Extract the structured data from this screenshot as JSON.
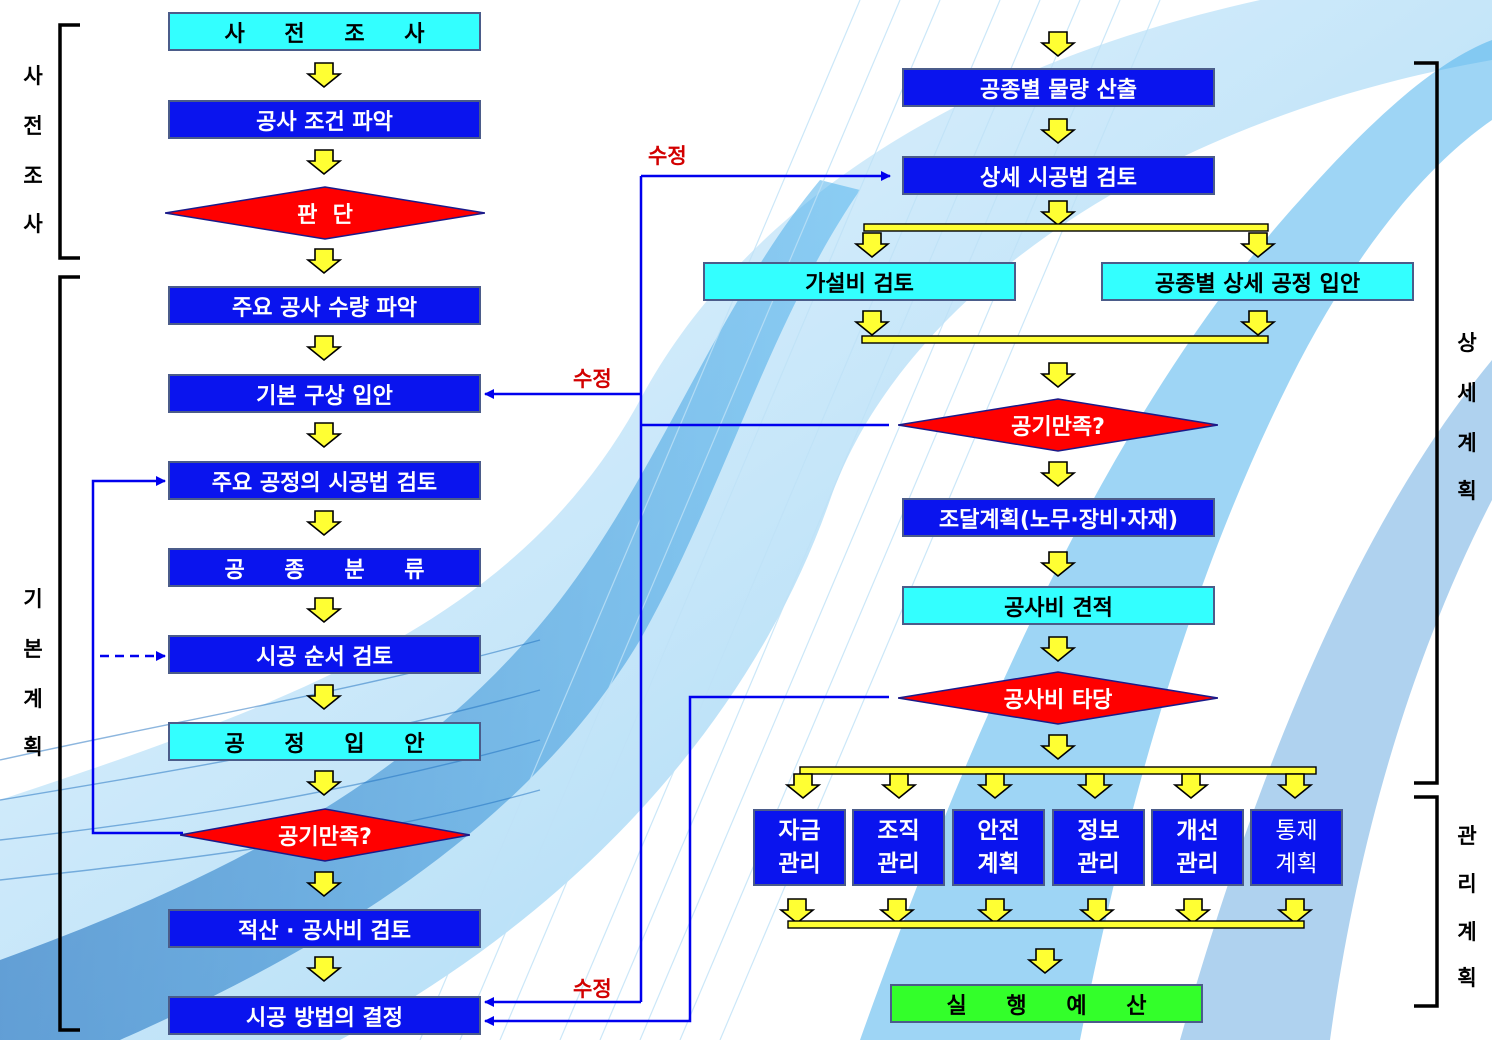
{
  "colors": {
    "process_box": "#0a14ee",
    "highlight_box": "#33ffff",
    "final_box": "#33ff2a",
    "decision": "#ff0000",
    "connector_arrow": "#ffff33",
    "feedback_line": "#0000ee",
    "edit_label": "#d20000"
  },
  "left_flow": {
    "survey": "사 전 조 사",
    "site_conditions": "공사 조건 파악",
    "judgment": "판  단",
    "main_quantity": "주요 공사 수량 파악",
    "basic_concept": "기본 구상 입안",
    "main_method_review": "주요 공정의 시공법 검토",
    "work_classification": "공 종 분 류",
    "sequence_review": "시공 순서 검토",
    "schedule_plan": "공 정 입 안",
    "schedule_ok": "공기만족?",
    "cost_review": "적산 · 공사비 검토",
    "method_decision": "시공 방법의 결정"
  },
  "right_flow": {
    "quantity_takeoff": "공종별 물량 산출",
    "detail_method_review": "상세 시공법 검토",
    "temporary_cost_review": "가설비 검토",
    "detail_schedule_plan": "공종별 상세 공정 입안",
    "schedule_ok": "공기만족?",
    "procurement_plan": "조달계획(노무·장비·자재)",
    "cost_estimate": "공사비 견적",
    "cost_valid": "공사비 타당",
    "management": [
      {
        "line1": "자금",
        "line2": "관리"
      },
      {
        "line1": "조직",
        "line2": "관리"
      },
      {
        "line1": "안전",
        "line2": "계획"
      },
      {
        "line1": "정보",
        "line2": "관리"
      },
      {
        "line1": "개선",
        "line2": "관리"
      },
      {
        "line1": "통제",
        "line2": "계획"
      }
    ],
    "execution_budget": "실 행 예 산"
  },
  "feedback_labels": {
    "top": "수정",
    "middle": "수정",
    "bottom": "수정"
  },
  "phases": {
    "pre_survey": [
      "사",
      "전",
      "조",
      "사"
    ],
    "basic_plan": [
      "기",
      "본",
      "계",
      "획"
    ],
    "detail_plan": [
      "상",
      "세",
      "계",
      "획"
    ],
    "management_plan": [
      "관",
      "리",
      "계",
      "획"
    ]
  }
}
